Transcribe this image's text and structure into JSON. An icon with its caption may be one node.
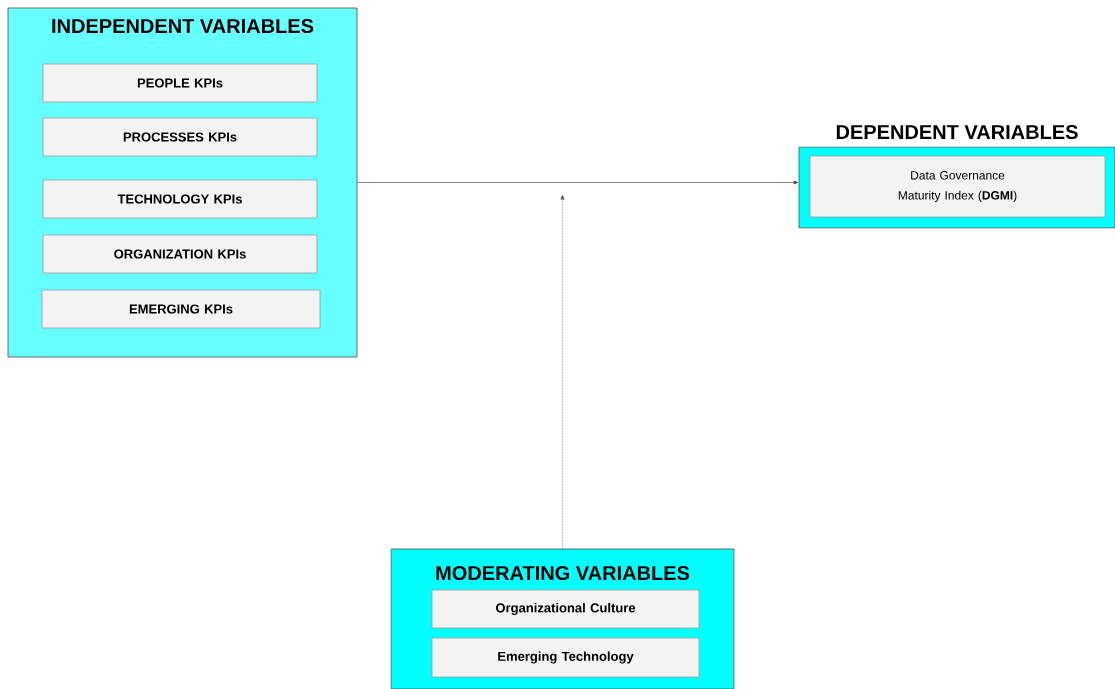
{
  "diagram": {
    "nodes": [
      {
        "text": [
          "INDEPENDENT VARIABLES"
        ]
      },
      {
        "text": [
          "PEOPLE  KPIs"
        ],
        "in": 0
      },
      {
        "text": [
          "PROCESSES KPIs"
        ],
        "in": 0
      },
      {
        "text": [
          "TECHNOLOGY  KPIs"
        ],
        "in": 0
      },
      {
        "text": [
          "ORGANIZATION KPIs"
        ],
        "in": 0
      },
      {
        "text": [
          "EMERGING KPIs"
        ],
        "in": 0
      },
      {
        "text": [
          "DEPENDENT VARIABLES"
        ]
      },
      {
        "text": [
          "Data Governance Maturity Index (**DGMI**)"
        ],
        "in": 6
      },
      {
        "text": [
          "MODERATING VARIABLES"
        ]
      },
      {
        "text": [
          "Organizational Culture"
        ],
        "in": 8
      },
      {
        "text": [
          "Emerging Technology"
        ],
        "in": 8
      }
    ],
    "edges": [
      {
        "from": 0,
        "to": 6,
        "arrow": "to"
      },
      {
        "from": 8,
        "to": null,
        "arrow": "to",
        "style": "dashed"
      }
    ]
  }
}
